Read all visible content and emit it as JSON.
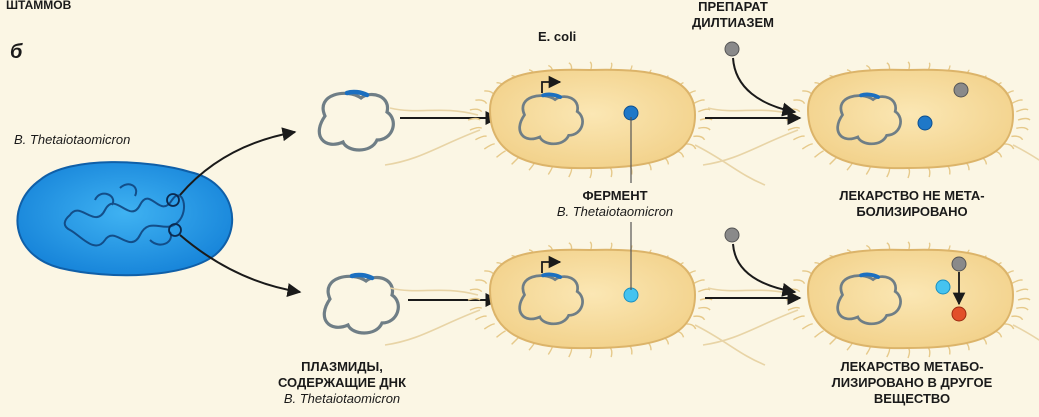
{
  "header_cut": "ШТАММОВ",
  "panel_label": "б",
  "species_label": "B. Thetaiotaomicron",
  "ecoli_label": "E. coli",
  "drug_label": {
    "line1": "ПРЕПАРАТ",
    "line2": "ДИЛТИАЗЕМ"
  },
  "enzyme_label": {
    "line1": "ФЕРМЕНТ",
    "line2": "B. Thetaiotaomicron"
  },
  "not_metabolized": {
    "line1": "ЛЕКАРСТВО НЕ МЕТА-",
    "line2": "БОЛИЗИРОВАНО"
  },
  "plasmids": {
    "line1": "ПЛАЗМИДЫ,",
    "line2": "СОДЕРЖАЩИЕ ДНК",
    "line3": "B. Thetaiotaomicron"
  },
  "metabolized": {
    "line1": "ЛЕКАРСТВО МЕТАБО-",
    "line2": "ЛИЗИРОВАНО В ДРУГОЕ",
    "line3": "ВЕЩЕСТВО"
  },
  "colors": {
    "ecoli_body": "#f7dc9c",
    "ecoli_outline": "#dcb46a",
    "btheta_body": "#1e9be8",
    "enzyme_dark": "#1f78c8",
    "enzyme_light": "#45c3f0",
    "drug": "#8a8a8a",
    "product": "#e2502a",
    "plasmid": "#6f7e86",
    "gene": "#1b6fc0"
  }
}
